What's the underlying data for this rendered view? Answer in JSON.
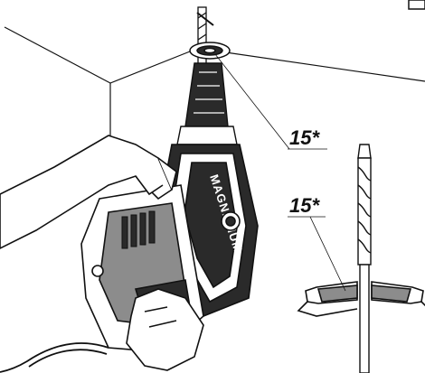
{
  "callouts": {
    "drill_part": "15*",
    "bit_part": "15*"
  },
  "drill": {
    "brand_text": "MAGNESIUM"
  },
  "colors": {
    "line": "#111111",
    "fill_dark": "#2a2a2a",
    "fill_mid": "#8c8c8c",
    "fill_light": "#f4f4f4"
  }
}
